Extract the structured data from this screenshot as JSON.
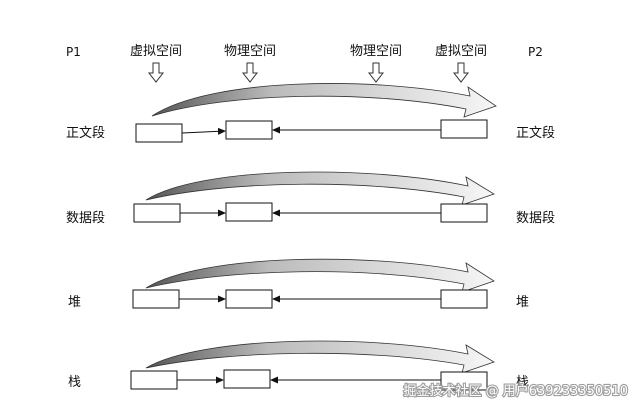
{
  "header": {
    "left_label": "P1",
    "right_label": "P2",
    "columns": [
      "虚拟空间",
      "物理空间",
      "物理空间",
      "虚拟空间"
    ]
  },
  "segments": [
    {
      "left": "正文段",
      "right": "正文段"
    },
    {
      "left": "数据段",
      "right": "数据段"
    },
    {
      "left": "堆",
      "right": "堆"
    },
    {
      "left": "栈",
      "right": "栈"
    }
  ],
  "watermark": "掘金技术社区 @ 用户639233350510",
  "colors": {
    "curve_dark": "#555555",
    "curve_light": "#f2f2f2",
    "line": "#111111"
  }
}
